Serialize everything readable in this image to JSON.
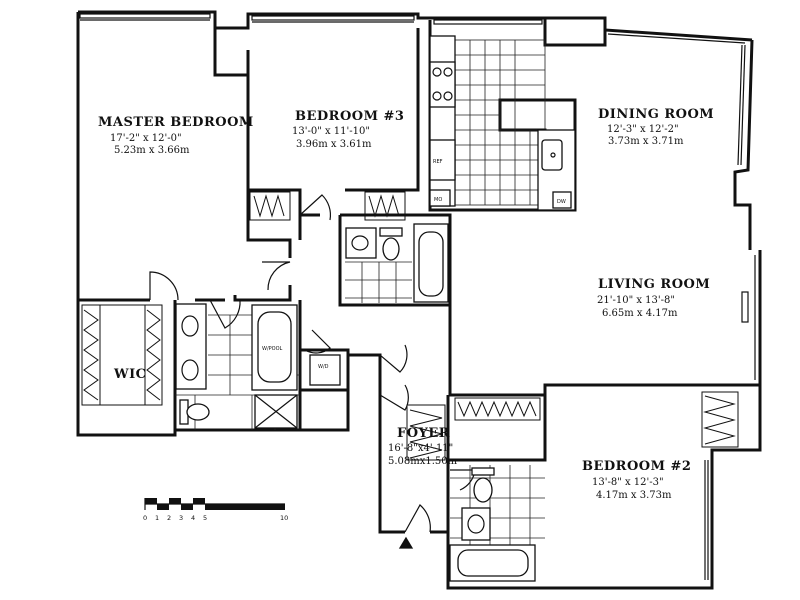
{
  "rooms": {
    "master_bedroom": {
      "name": "MASTER BEDROOM",
      "dim_imperial": "17'-2\" x 12'-0\"",
      "dim_metric": "5.23m x 3.66m"
    },
    "bedroom3": {
      "name": "BEDROOM #3",
      "dim_imperial": "13'-0\" x 11'-10\"",
      "dim_metric": "3.96m x 3.61m"
    },
    "dining_room": {
      "name": "DINING ROOM",
      "dim_imperial": "12'-3\" x 12'-2\"",
      "dim_metric": "3.73m x 3.71m"
    },
    "living_room": {
      "name": "LIVING ROOM",
      "dim_imperial": "21'-10\" x 13'-8\"",
      "dim_metric": "6.65m x 4.17m"
    },
    "foyer": {
      "name": "FOYER",
      "dim_imperial": "16'-8\"x4'-11\"",
      "dim_metric": "5.08mx1.50m"
    },
    "bedroom2": {
      "name": "BEDROOM #2",
      "dim_imperial": "13'-8\" x 12'-3\"",
      "dim_metric": "4.17m x 3.73m"
    },
    "wic": {
      "name": "WIC"
    }
  },
  "fixture_labels": {
    "whirlpool": "W/POOL",
    "washer_dryer": "W/D",
    "refrigerator": "REF",
    "microwave": "MO",
    "dishwasher": "DW"
  },
  "scale_bar": {
    "ticks": [
      "0",
      "1",
      "2",
      "3",
      "4",
      "5",
      "10"
    ]
  }
}
